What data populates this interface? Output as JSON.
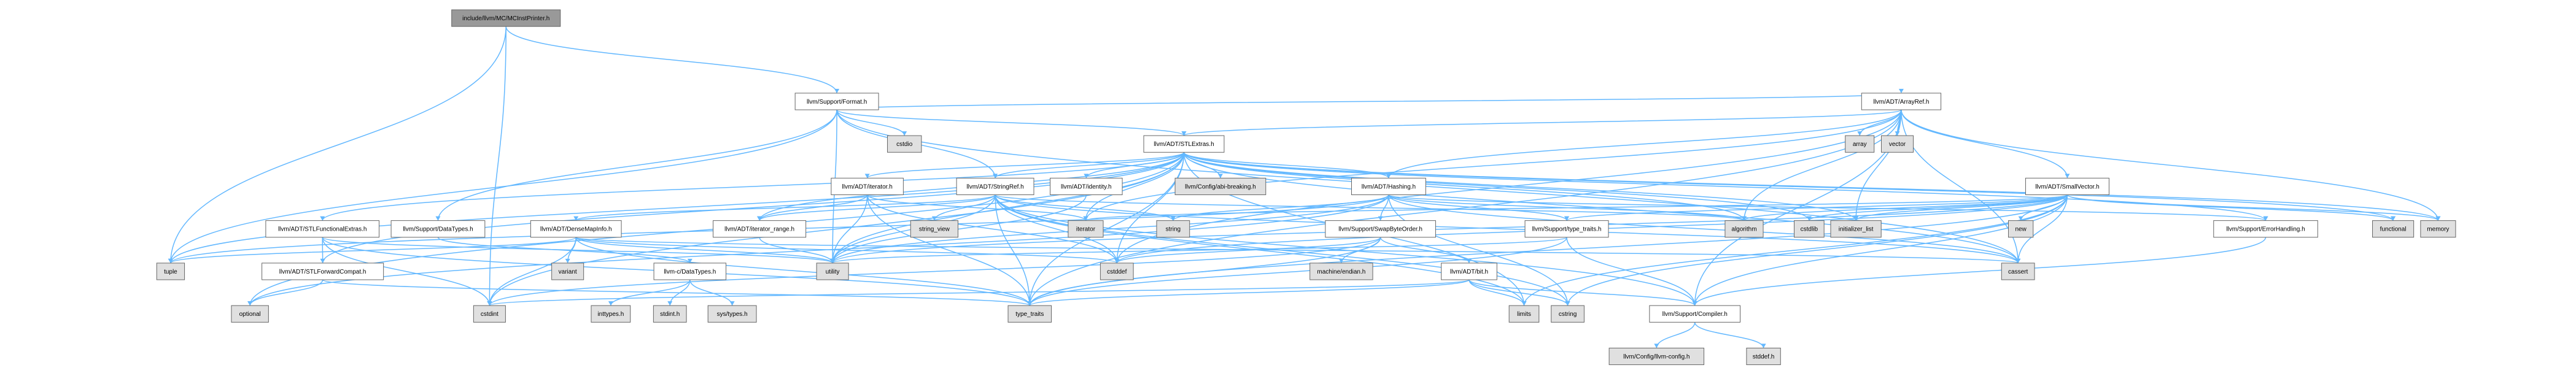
{
  "graph": {
    "root": "include/llvm/MC/MCInstPrinter.h",
    "edge_color": "#63b8ff",
    "nodes": [
      {
        "id": "root",
        "label": "include/llvm/MC/MCInstPrinter.h",
        "kind": "root"
      },
      {
        "id": "format",
        "label": "llvm/Support/Format.h",
        "kind": "inc"
      },
      {
        "id": "cstdio",
        "label": "cstdio",
        "kind": "sys"
      },
      {
        "id": "arrayref",
        "label": "llvm/ADT/ArrayRef.h",
        "kind": "inc"
      },
      {
        "id": "array",
        "label": "array",
        "kind": "sys"
      },
      {
        "id": "vector",
        "label": "vector",
        "kind": "sys"
      },
      {
        "id": "stlextras",
        "label": "llvm/ADT/STLExtras.h",
        "kind": "inc"
      },
      {
        "id": "iterator_h",
        "label": "llvm/ADT/iterator.h",
        "kind": "inc"
      },
      {
        "id": "stringref",
        "label": "llvm/ADT/StringRef.h",
        "kind": "inc"
      },
      {
        "id": "identity",
        "label": "llvm/ADT/identity.h",
        "kind": "inc"
      },
      {
        "id": "abibreaking",
        "label": "llvm/Config/abi-breaking.h",
        "kind": "sys"
      },
      {
        "id": "hashing",
        "label": "llvm/ADT/Hashing.h",
        "kind": "inc"
      },
      {
        "id": "smallvector",
        "label": "llvm/ADT/SmallVector.h",
        "kind": "inc"
      },
      {
        "id": "stlfunctional",
        "label": "llvm/ADT/STLFunctionalExtras.h",
        "kind": "inc"
      },
      {
        "id": "datatypes",
        "label": "llvm/Support/DataTypes.h",
        "kind": "inc"
      },
      {
        "id": "densemapinfo",
        "label": "llvm/ADT/DenseMapInfo.h",
        "kind": "inc"
      },
      {
        "id": "iterator_range",
        "label": "llvm/ADT/iterator_range.h",
        "kind": "inc"
      },
      {
        "id": "string_view",
        "label": "string_view",
        "kind": "sys"
      },
      {
        "id": "iterator",
        "label": "iterator",
        "kind": "sys"
      },
      {
        "id": "string",
        "label": "string",
        "kind": "sys"
      },
      {
        "id": "swapbyteorder",
        "label": "llvm/Support/SwapByteOrder.h",
        "kind": "inc"
      },
      {
        "id": "typetraits_h",
        "label": "llvm/Support/type_traits.h",
        "kind": "inc"
      },
      {
        "id": "algorithm",
        "label": "algorithm",
        "kind": "sys"
      },
      {
        "id": "cstdlib",
        "label": "cstdlib",
        "kind": "sys"
      },
      {
        "id": "initializer_list",
        "label": "initializer_list",
        "kind": "sys"
      },
      {
        "id": "new",
        "label": "new",
        "kind": "sys"
      },
      {
        "id": "errorhandling",
        "label": "llvm/Support/ErrorHandling.h",
        "kind": "inc"
      },
      {
        "id": "functional",
        "label": "functional",
        "kind": "sys"
      },
      {
        "id": "memory",
        "label": "memory",
        "kind": "sys"
      },
      {
        "id": "tuple",
        "label": "tuple",
        "kind": "sys"
      },
      {
        "id": "stlforwardcompat",
        "label": "llvm/ADT/STLForwardCompat.h",
        "kind": "inc"
      },
      {
        "id": "variant",
        "label": "variant",
        "kind": "sys"
      },
      {
        "id": "c_datatypes",
        "label": "llvm-c/DataTypes.h",
        "kind": "inc"
      },
      {
        "id": "utility",
        "label": "utility",
        "kind": "sys"
      },
      {
        "id": "cstddef",
        "label": "cstddef",
        "kind": "sys"
      },
      {
        "id": "machineendian",
        "label": "machine/endian.h",
        "kind": "sys"
      },
      {
        "id": "bit",
        "label": "llvm/ADT/bit.h",
        "kind": "inc"
      },
      {
        "id": "cassert",
        "label": "cassert",
        "kind": "sys"
      },
      {
        "id": "optional",
        "label": "optional",
        "kind": "sys"
      },
      {
        "id": "cstdint",
        "label": "cstdint",
        "kind": "sys"
      },
      {
        "id": "inttypes",
        "label": "inttypes.h",
        "kind": "sys"
      },
      {
        "id": "stdint",
        "label": "stdint.h",
        "kind": "sys"
      },
      {
        "id": "systypes",
        "label": "sys/types.h",
        "kind": "sys"
      },
      {
        "id": "type_traits",
        "label": "type_traits",
        "kind": "sys"
      },
      {
        "id": "limits",
        "label": "limits",
        "kind": "sys"
      },
      {
        "id": "cstring",
        "label": "cstring",
        "kind": "sys"
      },
      {
        "id": "compiler",
        "label": "llvm/Support/Compiler.h",
        "kind": "inc"
      },
      {
        "id": "llvmconfig",
        "label": "llvm/Config/llvm-config.h",
        "kind": "sys"
      },
      {
        "id": "stddef",
        "label": "stddef.h",
        "kind": "sys"
      }
    ],
    "edges": [
      [
        "root",
        "format"
      ],
      [
        "root",
        "tuple"
      ],
      [
        "root",
        "cstdint"
      ],
      [
        "format",
        "cstdio"
      ],
      [
        "format",
        "arrayref"
      ],
      [
        "format",
        "stlextras"
      ],
      [
        "format",
        "stringref"
      ],
      [
        "format",
        "datatypes"
      ],
      [
        "format",
        "tuple"
      ],
      [
        "format",
        "utility"
      ],
      [
        "format",
        "cassert"
      ],
      [
        "arrayref",
        "array"
      ],
      [
        "arrayref",
        "vector"
      ],
      [
        "arrayref",
        "stlextras"
      ],
      [
        "arrayref",
        "hashing"
      ],
      [
        "arrayref",
        "smallvector"
      ],
      [
        "arrayref",
        "compiler"
      ],
      [
        "arrayref",
        "algorithm"
      ],
      [
        "arrayref",
        "cassert"
      ],
      [
        "arrayref",
        "cstddef"
      ],
      [
        "arrayref",
        "initializer_list"
      ],
      [
        "arrayref",
        "iterator"
      ],
      [
        "arrayref",
        "memory"
      ],
      [
        "arrayref",
        "type_traits"
      ],
      [
        "stlextras",
        "iterator_h"
      ],
      [
        "stlextras",
        "stringref"
      ],
      [
        "stlextras",
        "identity"
      ],
      [
        "stlextras",
        "abibreaking"
      ],
      [
        "stlextras",
        "hashing"
      ],
      [
        "stlextras",
        "stlfunctional"
      ],
      [
        "stlextras",
        "stlforwardcompat"
      ],
      [
        "stlextras",
        "iterator_range"
      ],
      [
        "stlextras",
        "errorhandling"
      ],
      [
        "stlextras",
        "algorithm"
      ],
      [
        "stlextras",
        "cassert"
      ],
      [
        "stlextras",
        "cstddef"
      ],
      [
        "stlextras",
        "cstdint"
      ],
      [
        "stlextras",
        "cstdlib"
      ],
      [
        "stlextras",
        "functional"
      ],
      [
        "stlextras",
        "initializer_list"
      ],
      [
        "stlextras",
        "iterator"
      ],
      [
        "stlextras",
        "limits"
      ],
      [
        "stlextras",
        "memory"
      ],
      [
        "stlextras",
        "optional"
      ],
      [
        "stlextras",
        "tuple"
      ],
      [
        "stlextras",
        "type_traits"
      ],
      [
        "stlextras",
        "utility"
      ],
      [
        "iterator_h",
        "iterator_range"
      ],
      [
        "iterator_h",
        "cstddef"
      ],
      [
        "iterator_h",
        "iterator"
      ],
      [
        "iterator_h",
        "type_traits"
      ],
      [
        "iterator_h",
        "utility"
      ],
      [
        "stringref",
        "densemapinfo"
      ],
      [
        "stringref",
        "iterator_range"
      ],
      [
        "stringref",
        "compiler"
      ],
      [
        "stringref",
        "algorithm"
      ],
      [
        "stringref",
        "cassert"
      ],
      [
        "stringref",
        "cstddef"
      ],
      [
        "stringref",
        "cstring"
      ],
      [
        "stringref",
        "limits"
      ],
      [
        "stringref",
        "string"
      ],
      [
        "stringref",
        "string_view"
      ],
      [
        "stringref",
        "type_traits"
      ],
      [
        "stringref",
        "utility"
      ],
      [
        "identity",
        "utility"
      ],
      [
        "hashing",
        "errorhandling"
      ],
      [
        "hashing",
        "swapbyteorder"
      ],
      [
        "hashing",
        "typetraits_h"
      ],
      [
        "hashing",
        "algorithm"
      ],
      [
        "hashing",
        "cassert"
      ],
      [
        "hashing",
        "cstring"
      ],
      [
        "hashing",
        "optional"
      ],
      [
        "hashing",
        "string"
      ],
      [
        "hashing",
        "tuple"
      ],
      [
        "hashing",
        "utility"
      ],
      [
        "smallvector",
        "compiler"
      ],
      [
        "smallvector",
        "typetraits_h"
      ],
      [
        "smallvector",
        "algorithm"
      ],
      [
        "smallvector",
        "cassert"
      ],
      [
        "smallvector",
        "cstddef"
      ],
      [
        "smallvector",
        "cstdlib"
      ],
      [
        "smallvector",
        "cstring"
      ],
      [
        "smallvector",
        "functional"
      ],
      [
        "smallvector",
        "initializer_list"
      ],
      [
        "smallvector",
        "iterator"
      ],
      [
        "smallvector",
        "limits"
      ],
      [
        "smallvector",
        "memory"
      ],
      [
        "smallvector",
        "new"
      ],
      [
        "smallvector",
        "type_traits"
      ],
      [
        "smallvector",
        "utility"
      ],
      [
        "stlfunctional",
        "stlforwardcompat"
      ],
      [
        "stlfunctional",
        "cstdint"
      ],
      [
        "stlfunctional",
        "type_traits"
      ],
      [
        "stlfunctional",
        "utility"
      ],
      [
        "datatypes",
        "c_datatypes"
      ],
      [
        "densemapinfo",
        "cassert"
      ],
      [
        "densemapinfo",
        "cstddef"
      ],
      [
        "densemapinfo",
        "cstdint"
      ],
      [
        "densemapinfo",
        "tuple"
      ],
      [
        "densemapinfo",
        "type_traits"
      ],
      [
        "densemapinfo",
        "utility"
      ],
      [
        "densemapinfo",
        "variant"
      ],
      [
        "iterator_range",
        "utility"
      ],
      [
        "swapbyteorder",
        "bit"
      ],
      [
        "swapbyteorder",
        "cstddef"
      ],
      [
        "swapbyteorder",
        "cstdint"
      ],
      [
        "swapbyteorder",
        "type_traits"
      ],
      [
        "swapbyteorder",
        "machineendian"
      ],
      [
        "typetraits_h",
        "compiler"
      ],
      [
        "typetraits_h",
        "type_traits"
      ],
      [
        "typetraits_h",
        "utility"
      ],
      [
        "errorhandling",
        "compiler"
      ],
      [
        "stlforwardcompat",
        "optional"
      ],
      [
        "stlforwardcompat",
        "type_traits"
      ],
      [
        "c_datatypes",
        "inttypes"
      ],
      [
        "c_datatypes",
        "stdint"
      ],
      [
        "c_datatypes",
        "systypes"
      ],
      [
        "bit",
        "compiler"
      ],
      [
        "bit",
        "cstdint"
      ],
      [
        "bit",
        "limits"
      ],
      [
        "bit",
        "type_traits"
      ],
      [
        "bit",
        "cstring"
      ],
      [
        "compiler",
        "llvmconfig"
      ],
      [
        "compiler",
        "stddef"
      ]
    ]
  }
}
